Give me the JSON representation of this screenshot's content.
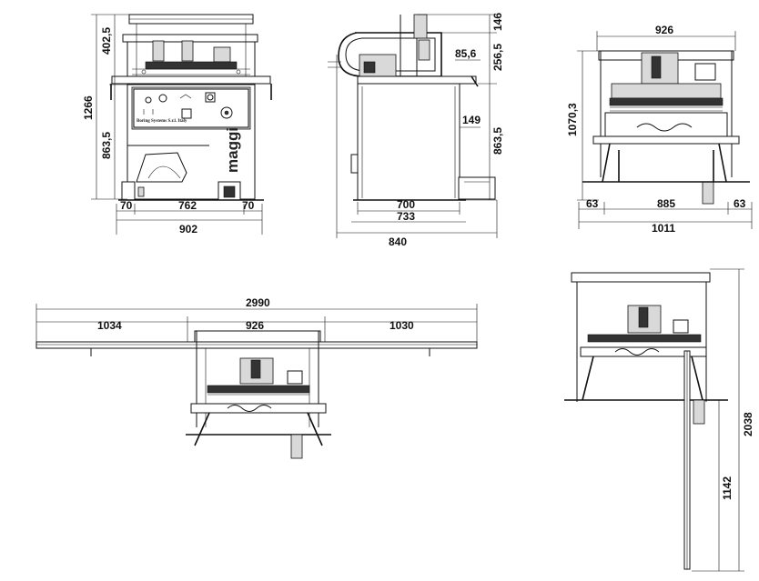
{
  "brand": "maggi",
  "plate_text": "Boring Systems S.r.l. Italy",
  "views": {
    "front": {
      "height_total": "1266",
      "height_upper": "402,5",
      "height_lower": "863,5",
      "left_margin": "70",
      "inner_width": "762",
      "right_margin": "70",
      "total_width": "902"
    },
    "side": {
      "top_height": "146",
      "upper_height": "256,5",
      "gap": "85,6",
      "panel_offset": "149",
      "lower_height": "863,5",
      "base_depth": "700",
      "frame_depth": "733",
      "total_depth": "840"
    },
    "rear": {
      "top_width": "926",
      "height": "1070,3",
      "left_margin": "63",
      "inner_width": "885",
      "right_margin": "63",
      "total_width": "1011"
    },
    "top_fences": {
      "total_width": "2990",
      "left_fence": "1034",
      "center": "926",
      "right_fence": "1030"
    },
    "side_fence": {
      "total_length": "2038",
      "extension": "1142"
    }
  }
}
